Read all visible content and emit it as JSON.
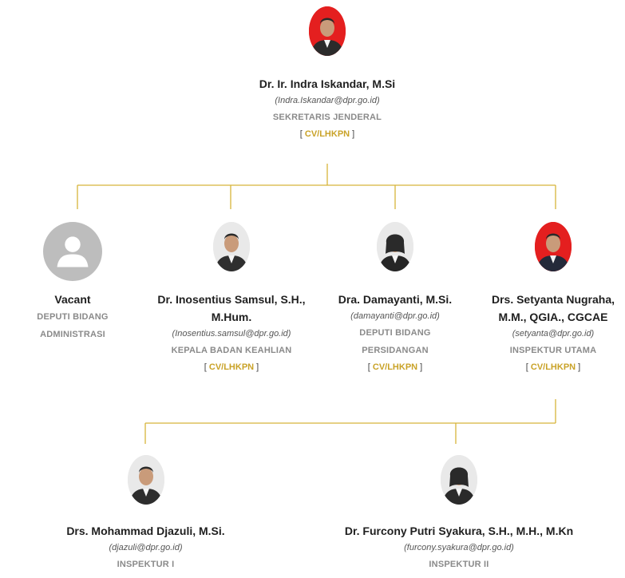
{
  "people": {
    "sekjen": {
      "name": "Dr. Ir. Indra Iskandar, M.Si",
      "email": "(Indra.Iskandar@dpr.go.id)",
      "title": "SEKRETARIS JENDERAL",
      "cv_open": "[ ",
      "cv_label": "CV/LHKPN",
      "cv_close": " ]"
    },
    "vacant": {
      "name": "Vacant",
      "title_line1": "DEPUTI BIDANG",
      "title_line2": "ADMINISTRASI"
    },
    "inosentius": {
      "name_line1": "Dr. Inosentius Samsul, S.H.,",
      "name_line2": "M.Hum.",
      "email": "(Inosentius.samsul@dpr.go.id)",
      "title": "KEPALA BADAN KEAHLIAN",
      "cv_open": "[ ",
      "cv_label": "CV/LHKPN",
      "cv_close": " ]"
    },
    "damayanti": {
      "name": "Dra. Damayanti, M.Si.",
      "email": "(damayanti@dpr.go.id)",
      "title_line1": "DEPUTI BIDANG",
      "title_line2": "PERSIDANGAN",
      "cv_open": "[ ",
      "cv_label": "CV/LHKPN",
      "cv_close": " ]"
    },
    "setyanta": {
      "name_line1": "Drs. Setyanta Nugraha,",
      "name_line2": "M.M., QGIA., CGCAE",
      "email": "(setyanta@dpr.go.id)",
      "title": "INSPEKTUR UTAMA",
      "cv_open": "[ ",
      "cv_label": "CV/LHKPN",
      "cv_close": " ]"
    },
    "djazuli": {
      "name": "Drs. Mohammad Djazuli, M.Si.",
      "email": "(djazuli@dpr.go.id)",
      "title": "INSPEKTUR I"
    },
    "furcony": {
      "name": "Dr. Furcony Putri Syakura, S.H., M.H., M.Kn",
      "email": "(furcony.syakura@dpr.go.id)",
      "title": "INSPEKTUR II"
    }
  },
  "colors": {
    "connector": "#d7b53a",
    "link": "#c9a227",
    "red_background": "#e41f1f",
    "gray_background": "#e9e9e9",
    "vacant_circle": "#bdbdbd"
  },
  "icons": {
    "vacant": "user-silhouette-icon"
  }
}
